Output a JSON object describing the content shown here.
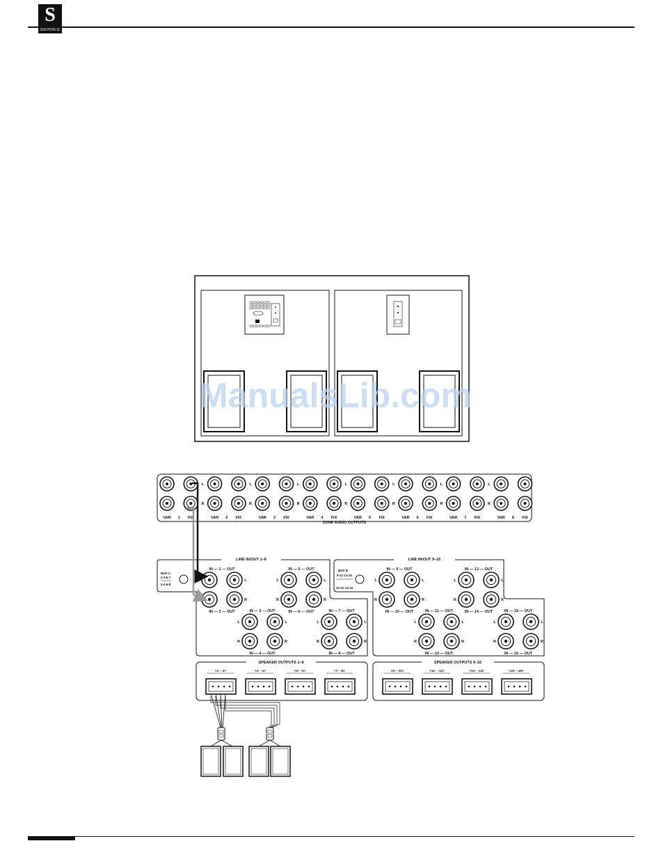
{
  "header": {
    "logo_letter": "S",
    "logo_caption": "SERIES"
  },
  "watermark": "ManualsLib.com",
  "zone_outputs": {
    "title": "ZONE AUDIO OUTPUTS",
    "l": "L",
    "r": "R",
    "var": "VAR",
    "fix": "FIX",
    "zones": [
      "1",
      "2",
      "3",
      "4",
      "5",
      "6",
      "7",
      "8"
    ]
  },
  "line_io_1_8": {
    "title": "LINE IN/OUT 1–8",
    "bus_title": "BUS A",
    "bus_top": "1-3-5-7",
    "bus_bottom": "2-4-6-8",
    "pairs": [
      {
        "top": "IN — 1 — OUT",
        "bottom": "IN — 2 — OUT"
      },
      {
        "top": "IN — 5 — OUT",
        "bottom": "IN — 6 — OUT"
      },
      {
        "top": "IN — 3 — OUT",
        "bottom": "IN — 4 — OUT"
      },
      {
        "top": "IN — 7 — OUT",
        "bottom": "IN — 8 — OUT"
      }
    ]
  },
  "line_io_9_16": {
    "title": "LINE IN/OUT 9–16",
    "bus_title": "BUS B",
    "bus_top": "9-11-13-15",
    "bus_bottom": "10-12-14-16",
    "pairs": [
      {
        "top": "IN — 9 — OUT",
        "bottom": "IN — 10 — OUT"
      },
      {
        "top": "IN — 13 — OUT",
        "bottom": "IN — 14 — OUT"
      },
      {
        "top": "IN — 11 — OUT",
        "bottom": "IN — 12 — OUT"
      },
      {
        "top": "IN — 15 — OUT",
        "bottom": "IN — 16 — OUT"
      }
    ]
  },
  "speaker_1_8": {
    "title": "SPEAKER OUTPUTS 1–8",
    "blocks": [
      "+1– –2+",
      "+3– –4+",
      "+5– –6+",
      "+7– –8+"
    ]
  },
  "speaker_9_16": {
    "title": "SPEAKER OUTPUTS 9–16",
    "blocks": [
      "+9– –10+",
      "+11– –12+",
      "+13– –14+",
      "+15– –16+"
    ]
  }
}
